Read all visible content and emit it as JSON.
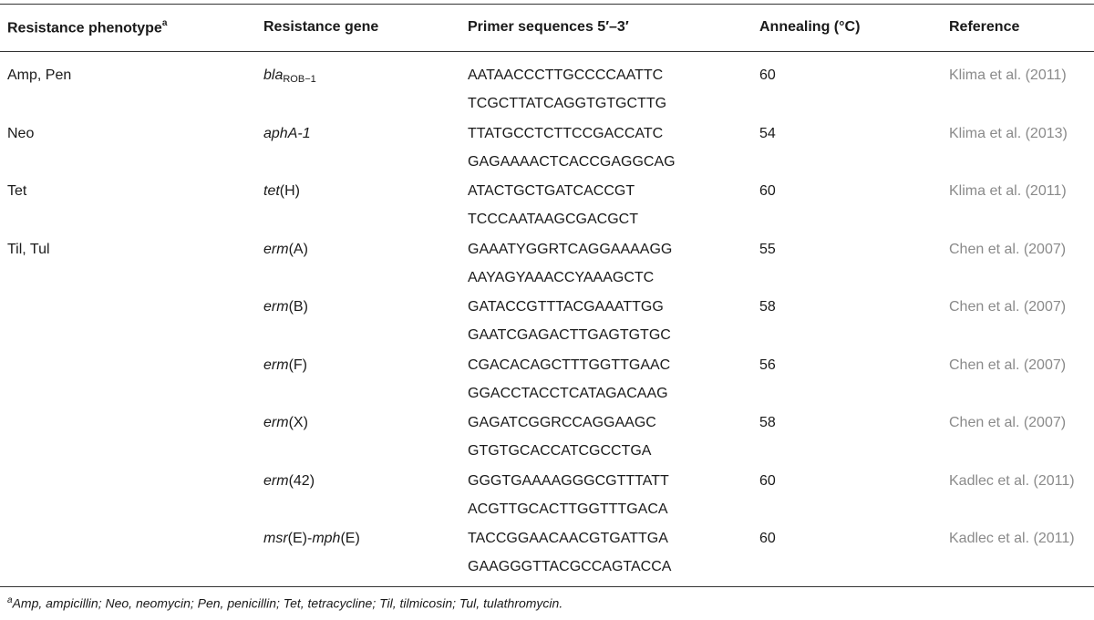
{
  "table": {
    "headers": {
      "phenotype": "Resistance phenotype",
      "phenotype_sup": "a",
      "gene": "Resistance gene",
      "primers": "Primer sequences 5′–3′",
      "annealing": "Annealing (°C)",
      "reference": "Reference"
    },
    "rows": [
      {
        "phenotype": "Amp, Pen",
        "gene_main": "bla",
        "gene_sub": "ROB−1",
        "gene_suffix": "",
        "primer1": "AATAACCCTTGCCCCAATTC",
        "primer2": "TCGCTTATCAGGTGTGCTTG",
        "annealing": "60",
        "reference": "Klima et al. (2011)"
      },
      {
        "phenotype": "Neo",
        "gene_main": "aphA-1",
        "gene_sub": "",
        "gene_suffix": "",
        "primer1": "TTATGCCTCTTCCGACCATC",
        "primer2": "GAGAAAACTCACCGAGGCAG",
        "annealing": "54",
        "reference": "Klima et al. (2013)"
      },
      {
        "phenotype": "Tet",
        "gene_main": "tet",
        "gene_sub": "",
        "gene_suffix": "(H)",
        "primer1": "ATACTGCTGATCACCGT",
        "primer2": "TCCCAATAAGCGACGCT",
        "annealing": "60",
        "reference": "Klima et al. (2011)"
      },
      {
        "phenotype": "Til, Tul",
        "gene_main": "erm",
        "gene_sub": "",
        "gene_suffix": "(A)",
        "primer1": "GAAATYGGRTCAGGAAAAGG",
        "primer2": "AAYAGYAAACCYAAAGCTC",
        "annealing": "55",
        "reference": "Chen et al. (2007)"
      },
      {
        "phenotype": "",
        "gene_main": "erm",
        "gene_sub": "",
        "gene_suffix": "(B)",
        "primer1": "GATACCGTTTACGAAATTGG",
        "primer2": "GAATCGAGACTTGAGTGTGC",
        "annealing": "58",
        "reference": "Chen et al. (2007)"
      },
      {
        "phenotype": "",
        "gene_main": "erm",
        "gene_sub": "",
        "gene_suffix": "(F)",
        "primer1": "CGACACAGCTTTGGTTGAAC",
        "primer2": "GGACCTACCTCATAGACAAG",
        "annealing": "56",
        "reference": "Chen et al. (2007)"
      },
      {
        "phenotype": "",
        "gene_main": "erm",
        "gene_sub": "",
        "gene_suffix": "(X)",
        "primer1": "GAGATCGGRCCAGGAAGC",
        "primer2": "GTGTGCACCATCGCCTGA",
        "annealing": "58",
        "reference": "Chen et al. (2007)"
      },
      {
        "phenotype": "",
        "gene_main": "erm",
        "gene_sub": "",
        "gene_suffix": "(42)",
        "primer1": "GGGTGAAAAGGGCGTTTATT",
        "primer2": "ACGTTGCACTTGGTTTGACA",
        "annealing": "60",
        "reference": "Kadlec et al. (2011)"
      },
      {
        "phenotype": "",
        "gene_main": "msr",
        "gene_sub": "",
        "gene_suffix": "(E)-",
        "gene_main2": "mph",
        "gene_suffix2": "(E)",
        "primer1": "TACCGGAACAACGTGATTGA",
        "primer2": "GAAGGGTTACGCCAGTACCA",
        "annealing": "60",
        "reference": "Kadlec et al. (2011)"
      }
    ]
  },
  "footnote": {
    "marker": "a",
    "text": "Amp, ampicillin; Neo, neomycin; Pen, penicillin; Tet, tetracycline; Til, tilmicosin; Tul, tulathromycin."
  }
}
